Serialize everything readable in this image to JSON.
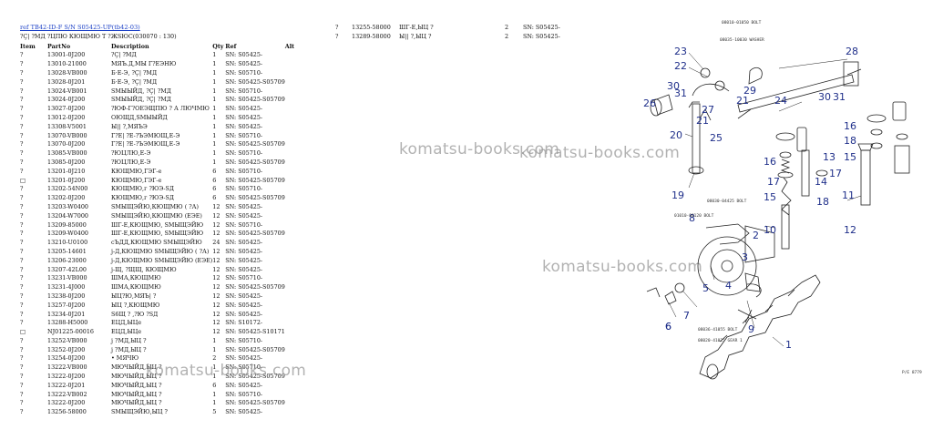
{
  "breadcrumb": "ref TB42-ID-F S/N S05425-UP(tb42-03)",
  "subtitle": "?Ç| ?МД ?ЦПЮ КЮЩМЮ Т ?ЖSЮС(030070 : 130)",
  "columns": {
    "item": "Item",
    "part": "PartNo",
    "desc": "Description",
    "qty": "Qty",
    "ref": "Ref",
    "alt": "Alt"
  },
  "rows": [
    [
      "?",
      "13001-0J200",
      "?Ç| ?МД",
      "1",
      "SN: S05425-"
    ],
    [
      "?",
      "13010-21000",
      "МЯЪ.Д,МЫ Г?ЕЭНЮ",
      "1",
      "SN: S05425-"
    ],
    [
      "?",
      "13028-VB000",
      "Б·Е-Э, ?Ç| ?МД",
      "1",
      "SN: S05710-"
    ],
    [
      "?",
      "13028-0J201",
      "Б·Е-Э, ?Ç| ?МД",
      "1",
      "SN: S05425-S05709"
    ],
    [
      "?",
      "13024-VB001",
      "SМЫЫЙД, ?Ç| ?МД",
      "1",
      "SN: S05710-"
    ],
    [
      "?",
      "13024-0J200",
      "SМЫЫЙД, ?Ç| ?МД",
      "1",
      "SN: S05425-S05709"
    ],
    [
      "?",
      "13027-0J200",
      "?ЮФ-Г?ОЕЭЩПЮ ? А ЛЮЧМЮ",
      "1",
      "SN: S05425-"
    ],
    [
      "?",
      "13012-0J200",
      "ОЮЩД,SМЫЫЙД",
      "1",
      "SN: S05425-"
    ],
    [
      "?",
      "13308-V5001",
      "Ы|| ?,МЯЪЭ",
      "1",
      "SN: S05425-"
    ],
    [
      "?",
      "13070-VB000",
      "Г?Е| ?Е-?ЪЭМЮЩ,Е-Э",
      "1",
      "SN: S05710-"
    ],
    [
      "?",
      "13070-0J200",
      "Г?Е| ?Е-?ЪЭМЮЩ,Е-Э",
      "1",
      "SN: S05425-S05709"
    ],
    [
      "?",
      "13085-VB000",
      "?ЮЦЛЮ,Е-Э",
      "1",
      "SN: S05710-"
    ],
    [
      "?",
      "13085-0J200",
      "?ЮЦЛЮ,Е-Э",
      "1",
      "SN: S05425-S05709"
    ],
    [
      "?",
      "13201-0J210",
      "КЮЩМЮ,ГЭГ-е",
      "6",
      "SN: S05710-"
    ],
    [
      "□",
      "13201-0J200",
      "КЮЩМЮ,ГЭГ-е",
      "6",
      "SN: S05425-S05709"
    ],
    [
      "?",
      "13202-54N00",
      "КЮЩМЮ,г ?ЮЭ-SД",
      "6",
      "SN: S05710-"
    ],
    [
      "?",
      "13202-0J200",
      "КЮЩМЮ,г ?ЮЭ-SД",
      "6",
      "SN: S05425-S05709"
    ],
    [
      "?",
      "13203-W0400",
      "SМЫЩЭЙЮ,КЮЩМЮ ( ?А)",
      "12",
      "SN: S05425-"
    ],
    [
      "?",
      "13204-W7000",
      "SМЫЩЭЙЮ,КЮЩМЮ (ЕЭЕ)",
      "12",
      "SN: S05425-"
    ],
    [
      "?",
      "13209-85000",
      "ШГ-Е,КЮЩМЮ, SМЫЩЭЙЮ",
      "12",
      "SN: S05710-"
    ],
    [
      "?",
      "13209-W0400",
      "ШГ-Е,КЮЩМЮ, SМЫЩЭЙЮ",
      "12",
      "SN: S05425-S05709"
    ],
    [
      "?",
      "13210-U0100",
      "сЪДД,КЮЩМЮ SМЫЩЭЙЮ",
      "24",
      "SN: S05425-"
    ],
    [
      "?",
      "13205-14601",
      "j-Д,КЮЩМЮ SМЫЩЭЙЮ ( ?А)",
      "12",
      "SN: S05425-"
    ],
    [
      "?",
      "13206-23000",
      "j-Д,КЮЩМЮ SМЫЩЭЙЮ (ЕЭЕ)",
      "12",
      "SN: S05425-"
    ],
    [
      "?",
      "13207-42L00",
      "j-Щ, ?ЩЩ, КЮЩМЮ",
      "12",
      "SN: S05425-"
    ],
    [
      "?",
      "13231-VB000",
      "ШМА,КЮЩМЮ",
      "12",
      "SN: S05710-"
    ],
    [
      "?",
      "13231-4J000",
      "ШМА,КЮЩМЮ",
      "12",
      "SN: S05425-S05709"
    ],
    [
      "?",
      "13238-0J200",
      "ЫЦ?Ю,МЯЪ| ?",
      "12",
      "SN: S05425-"
    ],
    [
      "?",
      "13257-0J200",
      "ЫЦ ?,КЮЩМЮ",
      "12",
      "SN: S05425-"
    ],
    [
      "?",
      "13234-0J201",
      "S6Щ ? ,?Ю ?SД",
      "12",
      "SN: S05425-"
    ],
    [
      "?",
      "13288-H5000",
      "ЕЦД,ЫЦе",
      "12",
      "SN: S10172-"
    ],
    [
      "□",
      "NJ01225-00016",
      "ЕЦД,ЫЦе",
      "12",
      "SN: S05425-S10171"
    ],
    [
      "?",
      "13252-VB000",
      "j ?МД,ЫЦ ?",
      "1",
      "SN: S05710-"
    ],
    [
      "?",
      "13252-0J200",
      "j ?МД,ЫЦ ?",
      "1",
      "SN: S05425-S05709"
    ],
    [
      "?",
      "13254-0J200",
      "• МЯЧЮ",
      "2",
      "SN: S05425-"
    ],
    [
      "?",
      "13222-VB000",
      "МЮЧЫЙД,ЫЦ ?",
      "1",
      "SN: S05710-"
    ],
    [
      "?",
      "13222-0J200",
      "МЮЧЫЙД,ЫЦ ?",
      "1",
      "SN: S05425-S05709"
    ],
    [
      "?",
      "13222-0J201",
      "МЮЧЫЙД,ЫЦ ?",
      "6",
      "SN: S05425-"
    ],
    [
      "?",
      "13222-VB002",
      "МЮЧЫЙД,ЫЦ ?",
      "1",
      "SN: S05710-"
    ],
    [
      "?",
      "13222-0J200",
      "МЮЧЫЙД,ЫЦ ?",
      "1",
      "SN: S05425-S05709"
    ],
    [
      "?",
      "13256-58000",
      "SМЫЩЭЙЮ,ЫЦ ?",
      "5",
      "SN: S05425-"
    ]
  ],
  "right_rows": [
    [
      "?",
      "13255-58000",
      "ШГ-Е,ЫЦ ?",
      "2",
      "SN: S05425-"
    ],
    [
      "?",
      "13289-58000",
      "Ы|| ?,ЫЦ ?",
      "2",
      "SN: S05425-"
    ]
  ],
  "watermarks": [
    "komatsu-books.com",
    "komatsu-books.com",
    "komatsu-books.com",
    "komatsu-books.com"
  ],
  "diagram": {
    "callouts": [
      "23",
      "22",
      "21",
      "30",
      "31",
      "26",
      "29",
      "27",
      "21",
      "28",
      "24",
      "30",
      "31",
      "16",
      "18",
      "15",
      "20",
      "25",
      "16",
      "17",
      "15",
      "14",
      "19",
      "18",
      "17",
      "13",
      "11",
      "12",
      "10",
      "6",
      "8",
      "7",
      "5",
      "4",
      "3",
      "2",
      "6",
      "9",
      "1"
    ],
    "small_labels": [
      "08010-01050 BOLT",
      "08035-10030 WASHER",
      "08030-04425 BOLT",
      "01010-80120 BOLT",
      "08036-41055 BOLT",
      "08020-41025 GEAR 1",
      "P/E 8779"
    ]
  }
}
